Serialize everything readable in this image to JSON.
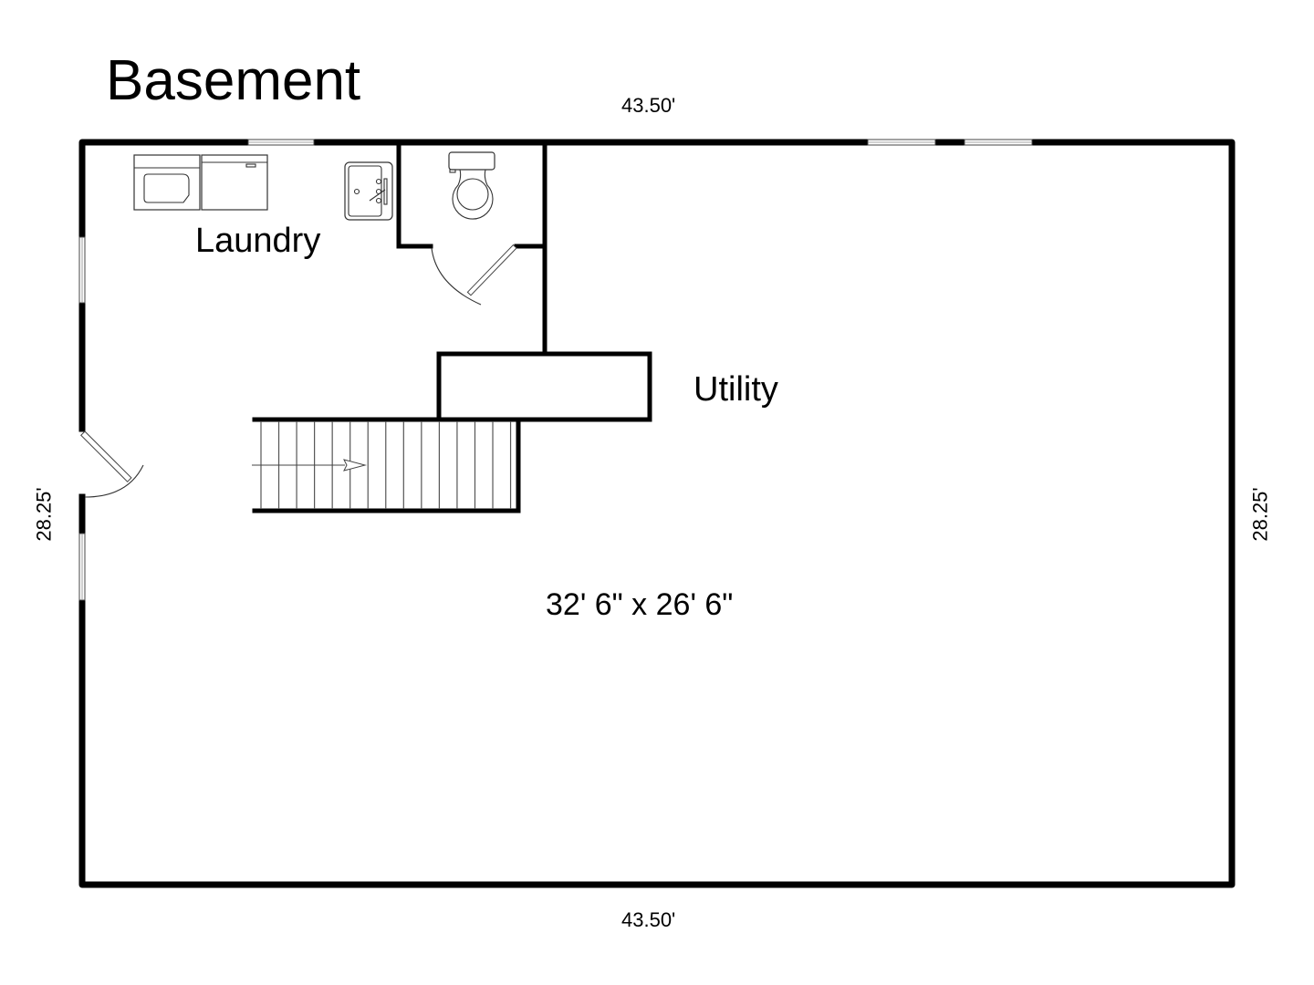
{
  "title": "Basement",
  "rooms": {
    "laundry": {
      "label": "Laundry"
    },
    "utility": {
      "label": "Utility"
    },
    "main_area": {
      "size_label": "32' 6\" x 26' 6\""
    }
  },
  "dimensions": {
    "top": "43.50'",
    "bottom": "43.50'",
    "left": "28.25'",
    "right": "28.25'"
  },
  "fixtures": [
    {
      "icon": "dryer-icon"
    },
    {
      "icon": "washer-icon"
    },
    {
      "icon": "utility-sink-icon"
    },
    {
      "icon": "toilet-icon"
    }
  ],
  "features": {
    "windows": 5,
    "exterior_doors": 1,
    "interior_doors": 1,
    "stairs": {
      "treads": 15,
      "direction": "up-arrow"
    }
  },
  "colors": {
    "background": "#ffffff",
    "walls": "#000000",
    "lines": "#333333"
  }
}
